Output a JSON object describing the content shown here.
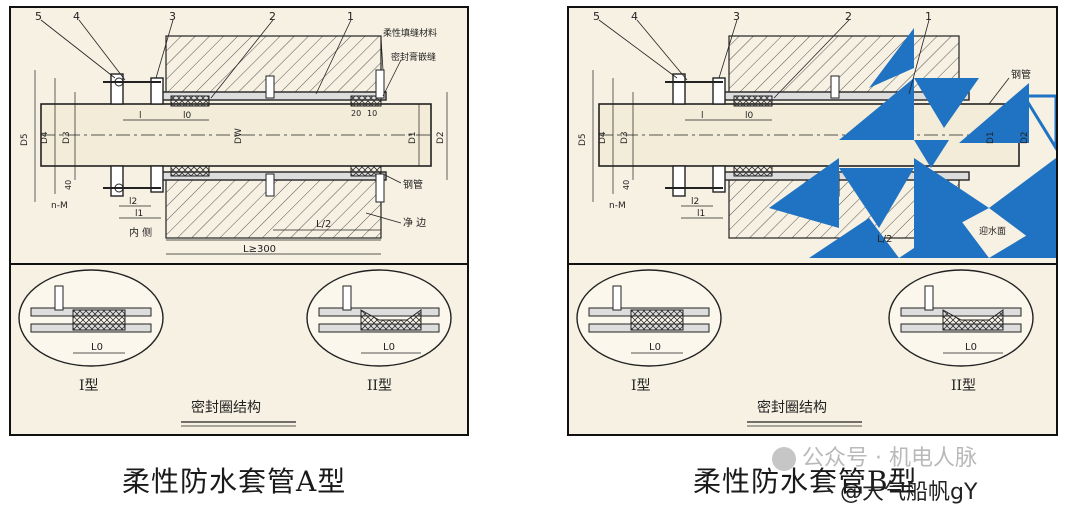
{
  "figure_a": {
    "caption": "柔性防水套管A型",
    "callouts": [
      "5",
      "4",
      "3",
      "2",
      "1"
    ],
    "labels": {
      "filler": "柔性填缝材料",
      "sealant": "密封膏嵌缝",
      "steel_pipe": "钢管",
      "inside": "内 侧",
      "wall_edge": "净 边",
      "half_length": "L/2",
      "length": "L≥300",
      "bolt": "n-M",
      "l0": "l0",
      "l1": "l1",
      "l2": "l2",
      "l": "l",
      "d1": "D1",
      "d2": "D2",
      "d3": "D3",
      "d4": "D4",
      "d5": "D5",
      "dim20": "20",
      "dim10": "10",
      "dw": "DW",
      "gap40": "40"
    },
    "seal": {
      "title": "密封圈结构",
      "type1": "I型",
      "type2": "II型",
      "dim": "L0"
    }
  },
  "figure_b": {
    "caption": "柔性防水套管B型",
    "callouts": [
      "5",
      "4",
      "3",
      "2",
      "1"
    ],
    "labels": {
      "steel_pipe": "钢管",
      "wall_edge": "迎水面",
      "half_length": "L/2",
      "bolt": "n-M",
      "l0": "l0",
      "l1": "l1",
      "l2": "l2",
      "l": "l",
      "d1": "D1",
      "d2": "D2",
      "d3": "D3",
      "d4": "D4",
      "d5": "D5",
      "gap40": "40"
    },
    "seal": {
      "title": "密封圈结构",
      "type1": "I型",
      "type2": "II型",
      "dim": "L0"
    }
  },
  "watermark": {
    "text": "公众号 · 机电人脉",
    "handle": "@大气船帆gY"
  },
  "colors": {
    "panel_bg": "#f7f1e3",
    "line": "#222222",
    "overlay_blue": "#1f73c2"
  }
}
